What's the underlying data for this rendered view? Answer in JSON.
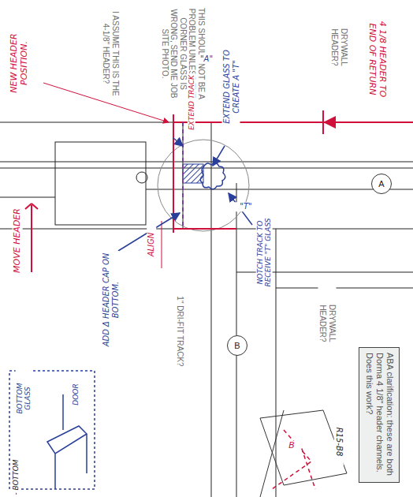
{
  "diagram": {
    "nodes": [
      {
        "text": [
          "A"
        ]
      },
      {
        "text": [
          "B"
        ]
      },
      {
        "text": [
          "ABA clarification: these are both Dorma 4 1/8\" header channels. Does this work?"
        ]
      }
    ],
    "labels": [
      "I ASSUME THIS IS THE 4-1/8\" HEADER?",
      "THIS SHOULD NOT BE A PROBLEM UNLESS THE CORNER GLASS IS WRONG, SEND ME JOB SITE PHOTO.",
      "DRYWALL HEADER?",
      "NEW HEADER POSITION.",
      "EXTEND TRACK",
      "\"A\"",
      "EXTEND GLASS TO CREATE A \"T\"",
      "4 1/8 HEADER TO END OF RETURN",
      "MOVE HEADER",
      "ALIGN",
      "ADD Δ HEADER CAP ON BOTTOM.",
      "\"T\"",
      "NOTCH TRACK TO RECEIVE \"T\" GLASS",
      "1\" DRI-FIT TRACK?",
      "DRYWALL HEADER?",
      "R15-B8",
      "B",
      "DOOR",
      "BOTTOM GLASS",
      "- BOTTOM"
    ]
  }
}
